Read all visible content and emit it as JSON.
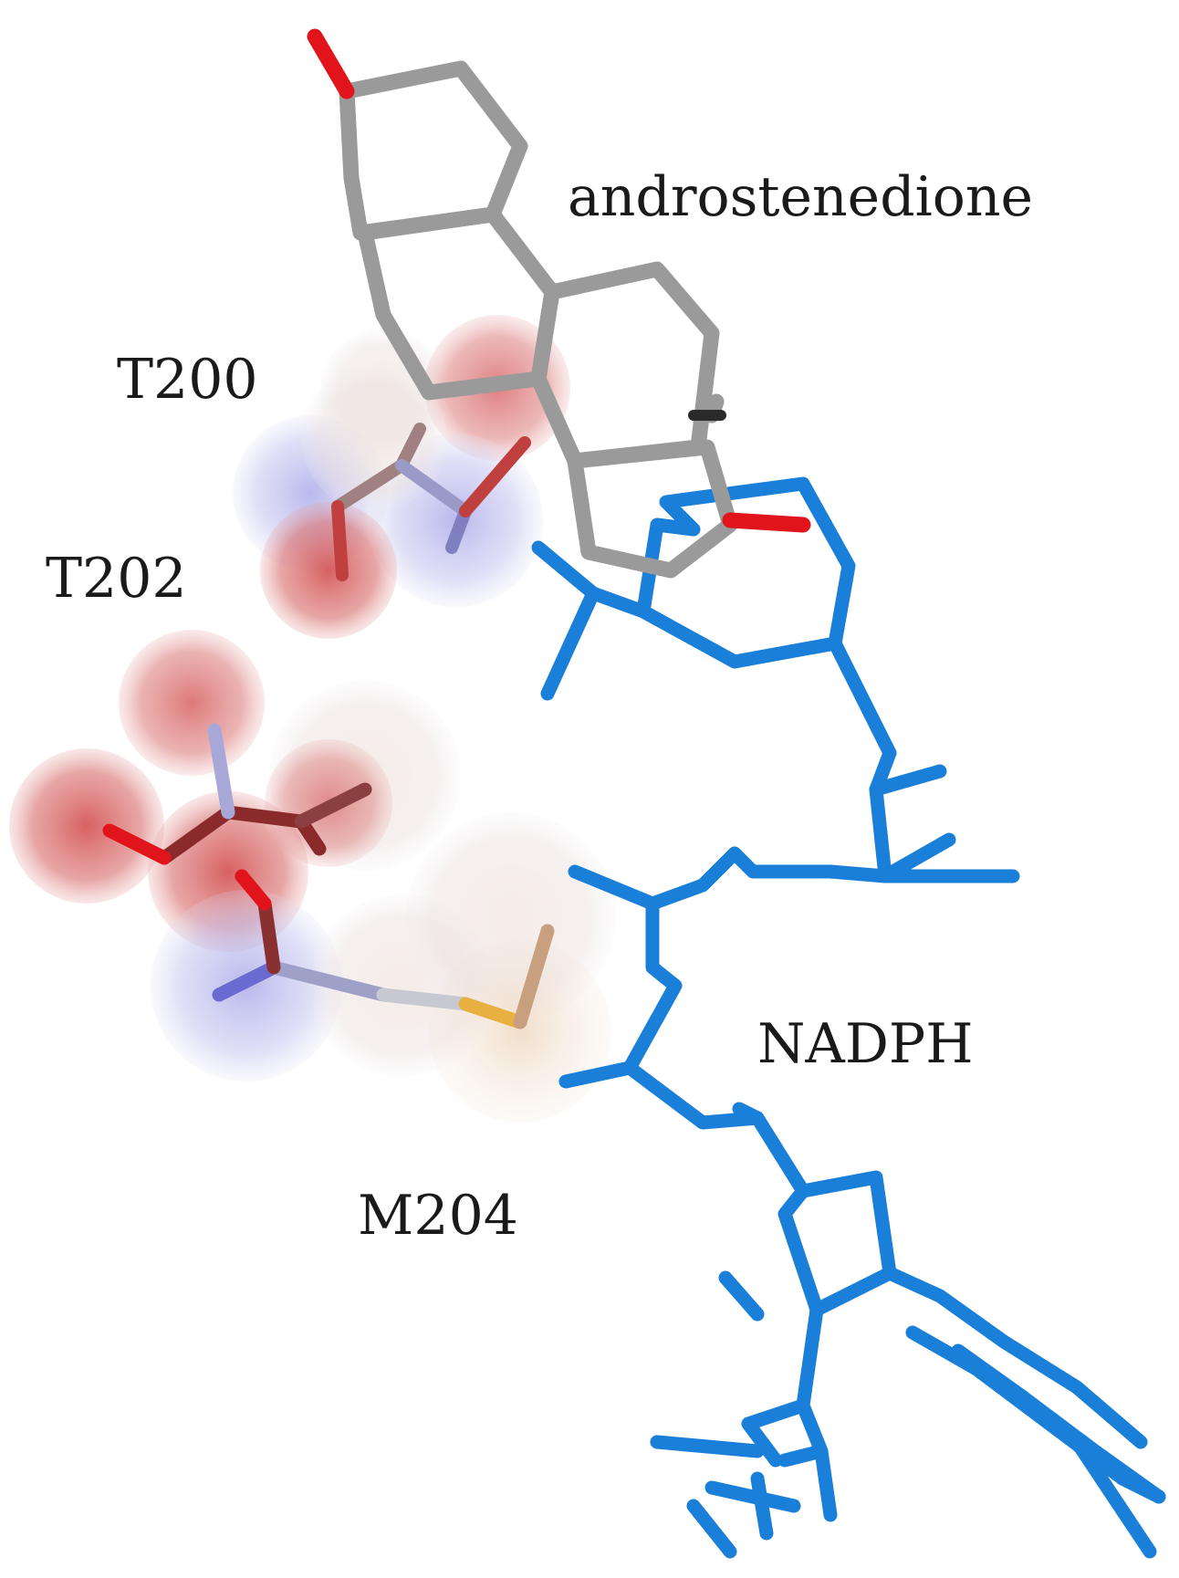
{
  "labels": {
    "androstenedione": "androstenedione",
    "t200": "T200",
    "t202": "T202",
    "nadph": "NADPH",
    "m204": "M204"
  },
  "colors": {
    "ligand_carbon": "#9a9a9a",
    "oxygen": "#e0141a",
    "nadph": "#1a7fd9",
    "surface_negative": "#d46a6a",
    "surface_positive": "#9a9ae0",
    "sulfur": "#e8b040"
  }
}
